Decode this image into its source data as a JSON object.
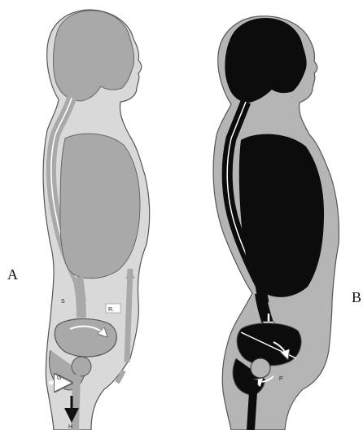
{
  "figure": {
    "panel_a_label": "A",
    "panel_b_label": "B",
    "annotations_a": {
      "s": "S",
      "r": "R.",
      "g": "G",
      "h": "H"
    },
    "annotations_b": {
      "p": "P"
    }
  },
  "colors": {
    "panel_a_body": "#d9d9d9",
    "panel_a_organ": "#a9a9a9",
    "panel_b_body": "#b5b5b5",
    "panel_b_organ": "#0c0c0c",
    "outline": "#555555",
    "arrow": "#ffffff"
  }
}
